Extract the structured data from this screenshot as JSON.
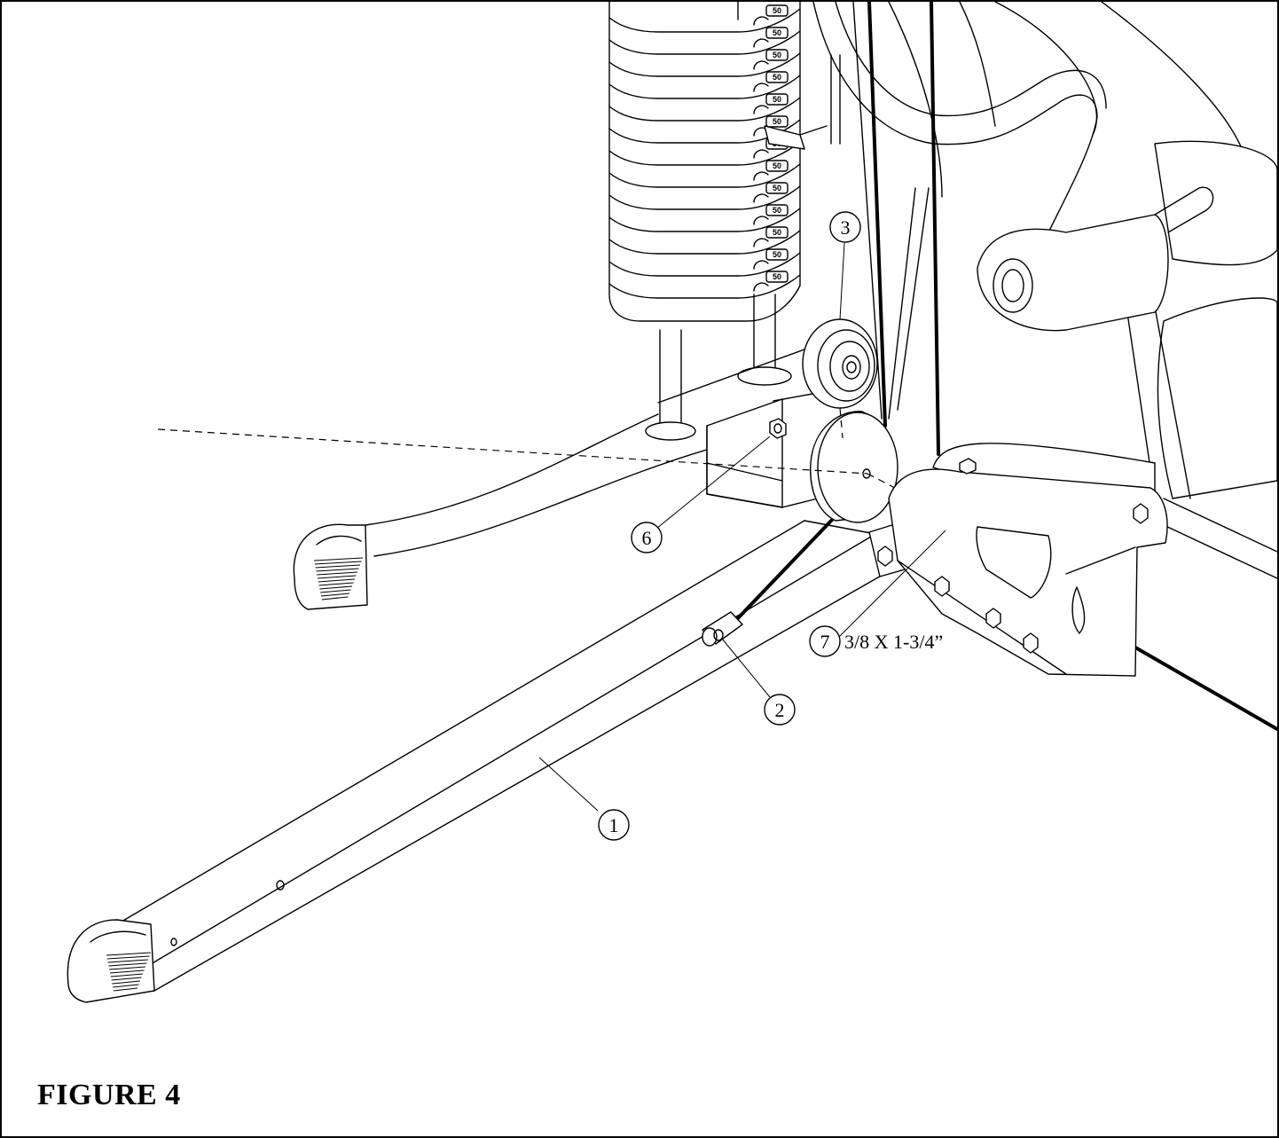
{
  "figure": {
    "caption": "FIGURE 4"
  },
  "weight_stack": {
    "plate_label": "50"
  },
  "callouts": [
    {
      "id": "3",
      "label": "3"
    },
    {
      "id": "6",
      "label": "6"
    },
    {
      "id": "7",
      "label": "7"
    },
    {
      "id": "2",
      "label": "2"
    },
    {
      "id": "1",
      "label": "1"
    }
  ],
  "hardware_spec": "3/8 X 1-3/4”"
}
